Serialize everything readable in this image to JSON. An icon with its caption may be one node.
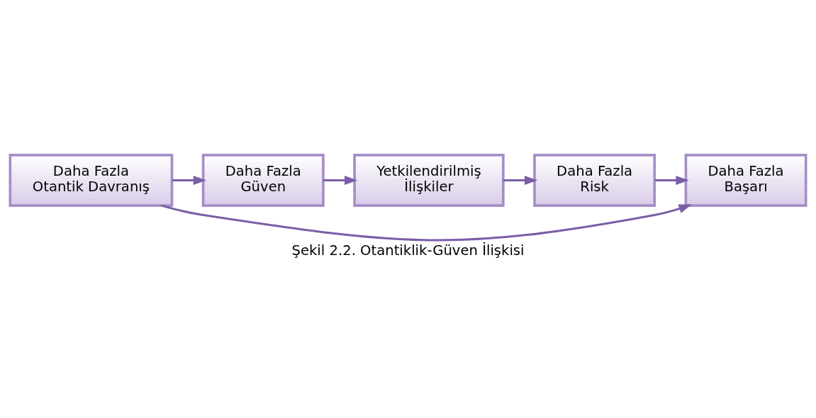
{
  "diagram": {
    "caption": "Şekil 2.2. Otantiklik-Güven İlişkisi",
    "nodes": [
      {
        "text": [
          "Daha Fazla Otantik Davranış"
        ]
      },
      {
        "text": [
          "Daha Fazla Güven"
        ]
      },
      {
        "text": [
          "Yetkilendirilmiş İlişkiler"
        ]
      },
      {
        "text": [
          "Daha Fazla Risk"
        ]
      },
      {
        "text": [
          "Daha Fazla Başarı"
        ]
      }
    ],
    "edges": [
      {
        "from": 0,
        "to": 1,
        "arrow": "to"
      },
      {
        "from": 1,
        "to": 2,
        "arrow": "to"
      },
      {
        "from": 2,
        "to": 3,
        "arrow": "to"
      },
      {
        "from": 3,
        "to": 4,
        "arrow": "to"
      },
      {
        "from": 0,
        "to": 4,
        "arrow": "to"
      }
    ]
  }
}
